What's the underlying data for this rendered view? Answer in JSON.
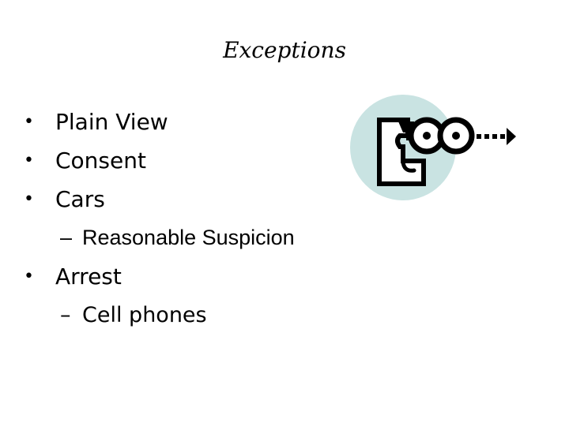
{
  "slide": {
    "title": "Exceptions",
    "items": [
      {
        "level": 1,
        "bullet": "•",
        "text": "Plain View"
      },
      {
        "level": 1,
        "bullet": "•",
        "text": "Consent"
      },
      {
        "level": 1,
        "bullet": "•",
        "text": "Cars"
      },
      {
        "level": 2,
        "bullet": "–",
        "text": "Reasonable Suspicion"
      },
      {
        "level": 1,
        "bullet": "•",
        "text": "Arrest"
      },
      {
        "level": 2,
        "bullet": "–",
        "text": "Cell phones"
      }
    ]
  },
  "illustration": {
    "icon": "person-looking-binoculars-icon",
    "colors": {
      "circle": "#c9e3e2",
      "ink": "#000000"
    }
  }
}
